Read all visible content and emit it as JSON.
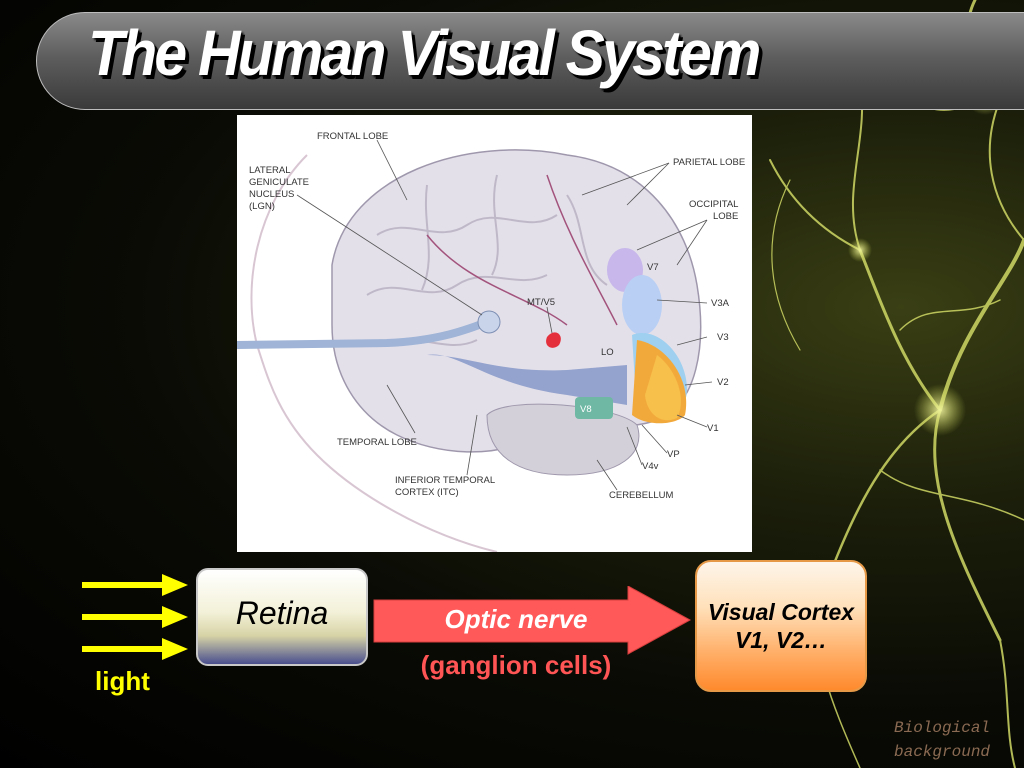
{
  "slide": {
    "title": "The Human Visual System",
    "watermark": [
      "Biological",
      "background"
    ]
  },
  "brain_diagram": {
    "labels": {
      "frontal_lobe": "FRONTAL LOBE",
      "lgn": [
        "LATERAL",
        "GENICULATE",
        "NUCLEUS",
        "(LGN)"
      ],
      "parietal_lobe": "PARIETAL LOBE",
      "occipital_lobe": [
        "OCCIPITAL",
        "LOBE"
      ],
      "v7": "V7",
      "v3a": "V3A",
      "mt_v5": "MT/V5",
      "v3": "V3",
      "lo": "LO",
      "v2": "V2",
      "v8": "V8",
      "v1": "V1",
      "vp": "VP",
      "v4v": "V4v",
      "temporal_lobe": "TEMPORAL LOBE",
      "itc": [
        "INFERIOR TEMPORAL",
        "CORTEX (ITC)"
      ],
      "cerebellum": "CEREBELLUM"
    }
  },
  "flow": {
    "light_label": "light",
    "retina_label": "Retina",
    "optic_nerve_label": "Optic nerve",
    "ganglion_label": "(ganglion cells)",
    "cortex_line1": "Visual Cortex",
    "cortex_line2": "V1, V2…"
  },
  "colors": {
    "light_arrows": "#ffff00",
    "optic_arrow": "#ff5555",
    "title_text": "#ffffff",
    "watermark": "#8a6a52"
  }
}
